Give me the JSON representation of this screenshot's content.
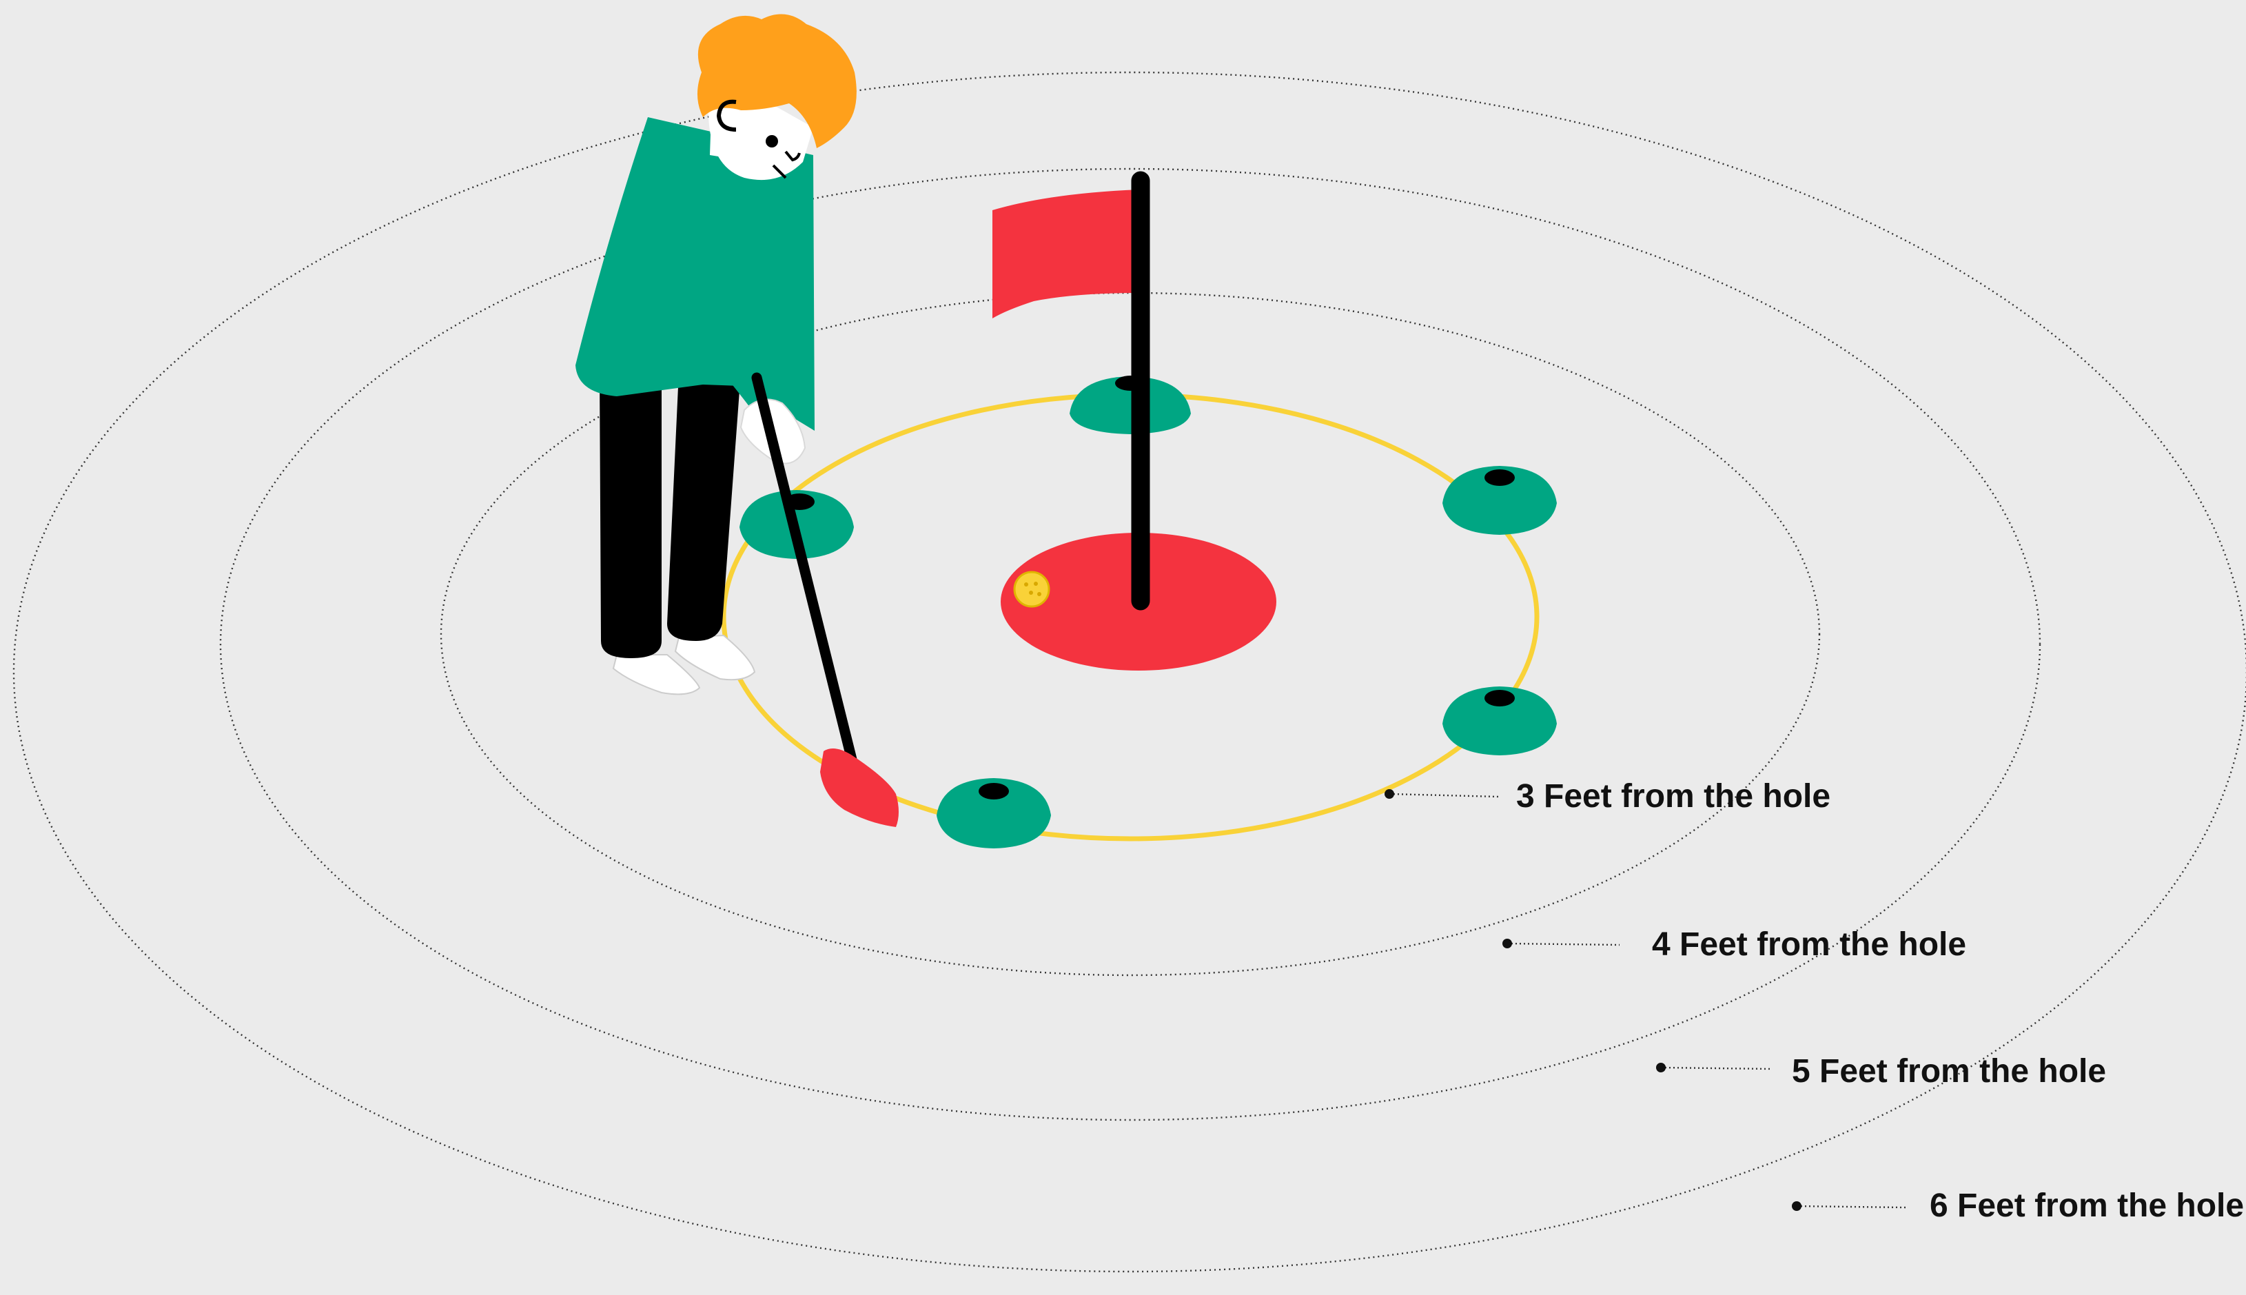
{
  "colors": {
    "background": "#ebebeb",
    "green": "#00a683",
    "red": "#f4333f",
    "orange_hair": "#ffa01b",
    "yellow": "#f9d238",
    "black": "#000000"
  },
  "distance_labels": [
    "3 Feet from the hole",
    "4 Feet from the hole",
    "5 Feet from the hole",
    "6 Feet from the hole"
  ],
  "icons": [
    "golfer",
    "flag",
    "hole",
    "golf-ball",
    "cone",
    "putter"
  ]
}
